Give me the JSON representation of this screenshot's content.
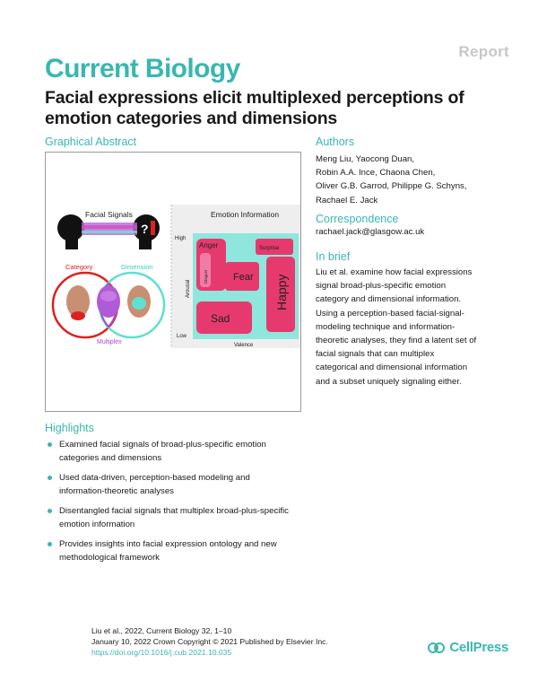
{
  "header": {
    "report_label": "Report",
    "journal": "Current Biology",
    "title": "Facial expressions elicit multiplexed perceptions of emotion categories and dimensions"
  },
  "graphical_abstract": {
    "heading": "Graphical Abstract",
    "facial_signals_label": "Facial Signals",
    "emotion_info_label": "Emotion Information",
    "category_label": "Category",
    "dimension_label": "Dimension",
    "multiplex_label": "Multiplex",
    "axis_high": "High",
    "axis_low": "Low",
    "arousal_label": "Arousal",
    "valence_label": "Valence",
    "disgust_label": "Disgust",
    "emotions": [
      "Anger",
      "Surprise",
      "Fear",
      "Happy",
      "Sad"
    ],
    "colors": {
      "category": "#e02020",
      "dimension": "#5fe0d0",
      "multiplex": "#a64ad0",
      "emotion_bg": "#8fe6dc",
      "emotion_box": "#e63a6e",
      "emotion_box_inner": "#f07ca4"
    }
  },
  "authors": {
    "heading": "Authors",
    "lines": [
      "Meng Liu, Yaocong Duan,",
      "Robin A.A. Ince, Chaona Chen,",
      "Oliver G.B. Garrod, Philippe G. Schyns,",
      "Rachael E. Jack"
    ]
  },
  "correspondence": {
    "heading": "Correspondence",
    "email": "rachael.jack@glasgow.ac.uk"
  },
  "in_brief": {
    "heading": "In brief",
    "lines": [
      "Liu et al. examine how facial expressions",
      "signal broad-plus-specific emotion",
      "category and dimensional information.",
      "Using a perception-based facial-signal-",
      "modeling technique and information-",
      "theoretic analyses, they find a latent set of",
      "facial signals that can multiplex",
      "categorical and dimensional information",
      "and a subset uniquely signaling either."
    ]
  },
  "highlights": {
    "heading": "Highlights",
    "items": [
      [
        "Examined facial signals of broad-plus-specific emotion",
        "categories and dimensions"
      ],
      [
        "Used data-driven, perception-based modeling and",
        "information-theoretic analyses"
      ],
      [
        "Disentangled facial signals that multiplex broad-plus-specific",
        "emotion information"
      ],
      [
        "Provides insights into facial expression ontology and new",
        "methodological framework"
      ]
    ]
  },
  "footer": {
    "citation_line1": "Liu et al., 2022, Current Biology 32, 1–10",
    "citation_line2": "January 10, 2022 Crown Copyright © 2021 Published by Elsevier Inc.",
    "doi": "https://doi.org/10.1016/j.cub.2021.10.035",
    "publisher": "CellPress",
    "publisher_icon": "cellpress-logo-icon"
  }
}
